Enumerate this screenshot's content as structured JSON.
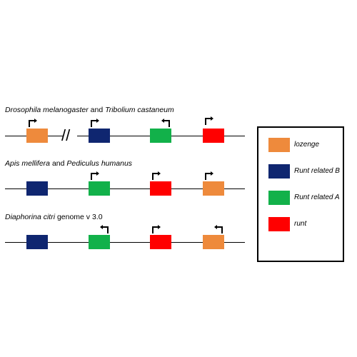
{
  "rows": [
    {
      "title_parts": [
        {
          "text": "Drosophila melanogaster",
          "italic": true
        },
        {
          "text": " and ",
          "italic": false
        },
        {
          "text": "Tribolium castaneum",
          "italic": true
        }
      ]
    },
    {
      "title_parts": [
        {
          "text": "Apis mellifera",
          "italic": true
        },
        {
          "text": " and ",
          "italic": false
        },
        {
          "text": "Pediculus humanus",
          "italic": true
        }
      ]
    },
    {
      "title_parts": [
        {
          "text": "Diaphorina citri",
          "italic": true
        },
        {
          "text": " genome v 3.0",
          "italic": false
        }
      ]
    }
  ],
  "genes": {
    "lozenge": "#ee8a3c",
    "runt_related_b": "#0f2670",
    "runt_related_a": "#12b14a",
    "runt": "#ff0000"
  },
  "legend": [
    {
      "label": "lozenge",
      "color": "#ee8a3c"
    },
    {
      "label": "Runt related B",
      "color": "#0f2670"
    },
    {
      "label": "Runt related A",
      "color": "#12b14a"
    },
    {
      "label": "runt",
      "color": "#ff0000"
    }
  ]
}
